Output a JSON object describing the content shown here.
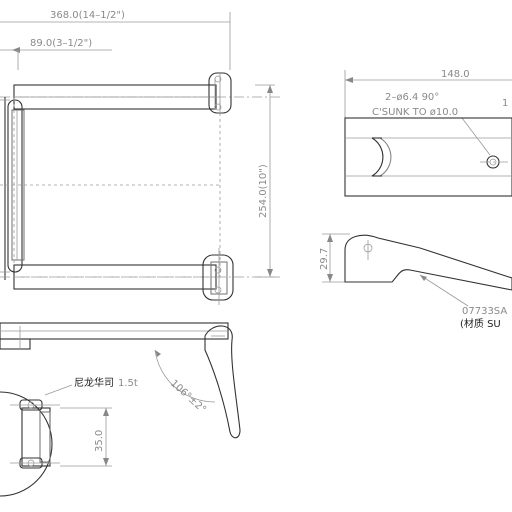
{
  "labels": {
    "overall_width": "368.0(14–1/2\")",
    "offset": "89.0(3–1/2\")",
    "height": "254.0(10\")",
    "plate_width": "148.0",
    "holes": "2–ø6.4  90°",
    "countersink": "C'SUNK  TO ø10.0",
    "bracket_height": "29.7",
    "part_no": "07733SA",
    "material": "(材质   SU",
    "angle": "106°±2°",
    "washer": "尼龙华司",
    "washer_thk": "1.5t",
    "section_height": "35.0",
    "tick_1": "1"
  }
}
